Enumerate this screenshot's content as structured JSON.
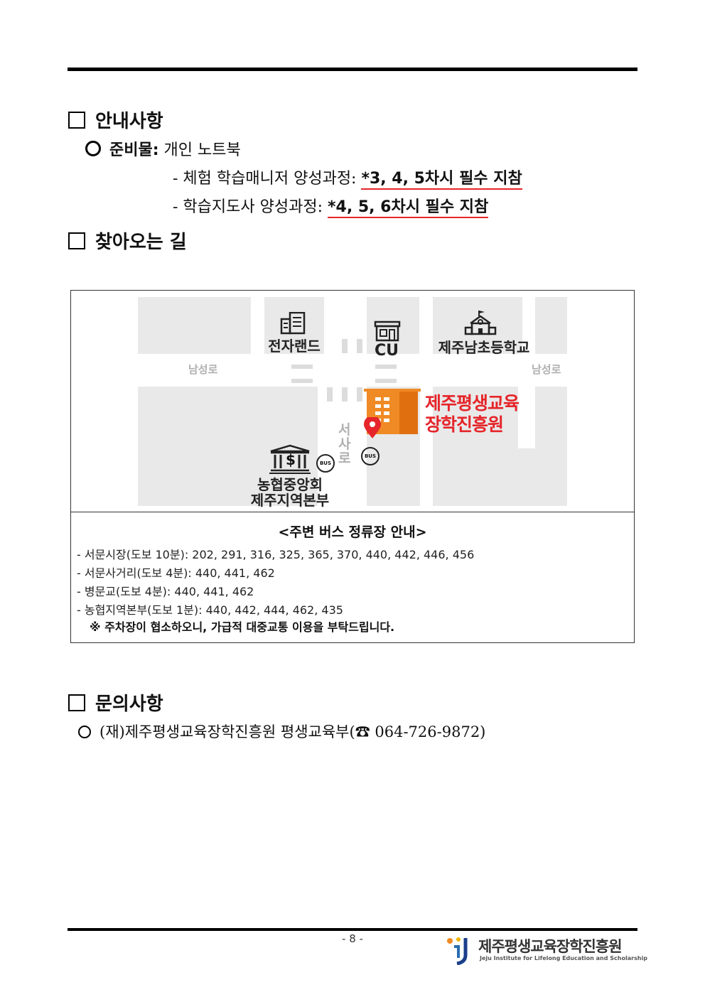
{
  "notice": {
    "heading": "안내사항",
    "prep_label": "준비물:",
    "prep_value": "개인 노트북",
    "items": [
      {
        "text": "- 체험 학습매니저 양성과정: ",
        "emph": "*3, 4, 5차시 필수 지참"
      },
      {
        "text": "- 학습지도사 양성과정: ",
        "emph": "*4, 5, 6차시 필수 지참"
      }
    ]
  },
  "directions": {
    "heading": "찾아오는 길",
    "map": {
      "road_left": "남성로",
      "road_right": "남성로",
      "road_vertical": "서사로",
      "places": {
        "jeonja": "전자랜드",
        "cu": "CU",
        "school": "제주남초등학교",
        "nh_line1": "농협중앙회",
        "nh_line2": "제주지역본부",
        "inst_line1": "제주평생교육",
        "inst_line2": "장학진흥원"
      },
      "bus_icon_text": "BUS",
      "dollar": "$"
    },
    "bus_info": {
      "title": "<주변 버스 정류장 안내>",
      "stops": [
        "- 서문시장(도보 10분): 202, 291, 316, 325, 365, 370, 440, 442, 446, 456",
        "- 서문사거리(도보 4분): 440, 441, 462",
        "- 병문교(도보 4분): 440, 441, 462",
        "- 농협지역본부(도보 1분): 440, 442, 444, 462, 435"
      ],
      "note": "※ 주차장이 협소하오니, 가급적 대중교통 이용을 부탁드립니다."
    }
  },
  "inquiry": {
    "heading": "문의사항",
    "text": "(재)제주평생교육장학진흥원 평생교육부(",
    "phone_icon": "☎",
    "phone": " 064-726-9872)"
  },
  "footer": {
    "page": "- 8 -",
    "logo_name": "제주평생교육장학진흥원",
    "logo_sub": "Jeju Institute for Lifelong Education and Scholarship"
  },
  "colors": {
    "accent": "#e5252a",
    "building": "#f08a24"
  }
}
